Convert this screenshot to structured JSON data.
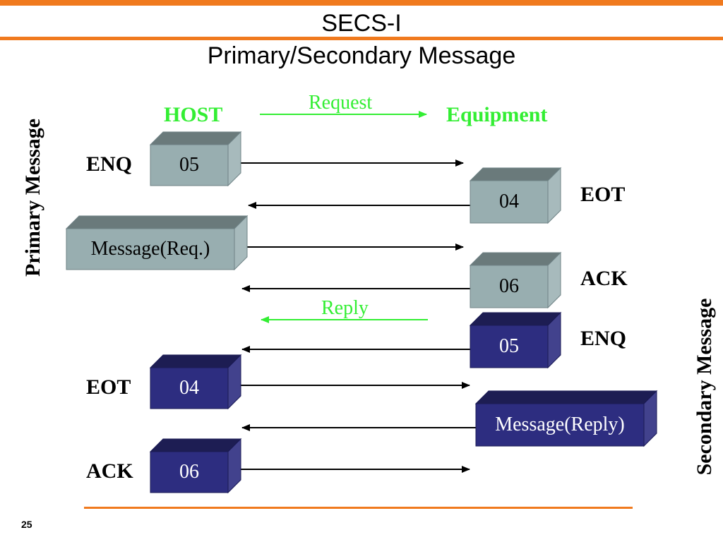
{
  "slide": {
    "title_line1": "SECS-I",
    "title_line2": "Primary/Secondary Message",
    "page_number": "25"
  },
  "labels": {
    "host": "HOST",
    "equipment": "Equipment",
    "request": "Request",
    "reply": "Reply",
    "primary_message": "Primary Message",
    "secondary_message": "Secondary Message"
  },
  "host_side": {
    "enq_label": "ENQ",
    "enq_code": "05",
    "message_req": "Message(Req.)",
    "eot_label": "EOT",
    "eot_code": "04",
    "ack_label": "ACK",
    "ack_code": "06"
  },
  "equipment_side": {
    "eot_label": "EOT",
    "eot_code": "04",
    "ack_label": "ACK",
    "ack_code": "06",
    "enq_label": "ENQ",
    "enq_code": "05",
    "message_reply": "Message(Reply)"
  },
  "colors": {
    "accent_orange": "#f07a1e",
    "label_green": "#33ee33",
    "primary_box": "#98aeb0",
    "secondary_box": "#2d2d80"
  }
}
